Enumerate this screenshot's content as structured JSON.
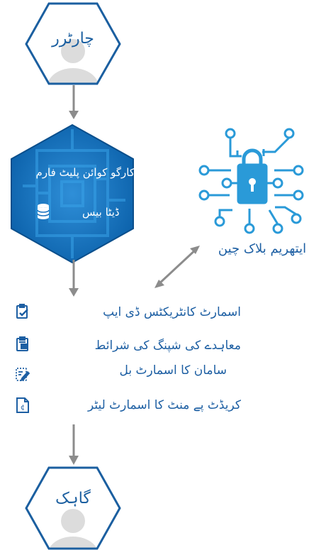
{
  "charterer": {
    "label": "چارٹرر"
  },
  "platform": {
    "title": "کارگو کوائن پلیٹ فارم",
    "database_label": "ڈیٹا بیس"
  },
  "blockchain": {
    "label": "ایتھریم بلاک چین"
  },
  "items": [
    {
      "label": "اسمارٹ کانٹریکٹس ڈی ایپ",
      "icon": "clipboard-check-icon"
    },
    {
      "label": "معاہدے کی شپنگ کی شرائط",
      "icon": "clipboard-document-icon"
    },
    {
      "label": "سامان کا اسمارٹ بل",
      "icon": "notepad-pen-icon"
    },
    {
      "label": "کریڈٹ پے منٹ کا اسمارٹ لیٹر",
      "icon": "credit-letter-icon"
    }
  ],
  "customer": {
    "label": "گاہک"
  },
  "colors": {
    "blue": "#1b5fa0",
    "light_blue": "#2a9ad8",
    "dark_blue": "#0d6bb5",
    "arrow": "#8c8c8c"
  }
}
